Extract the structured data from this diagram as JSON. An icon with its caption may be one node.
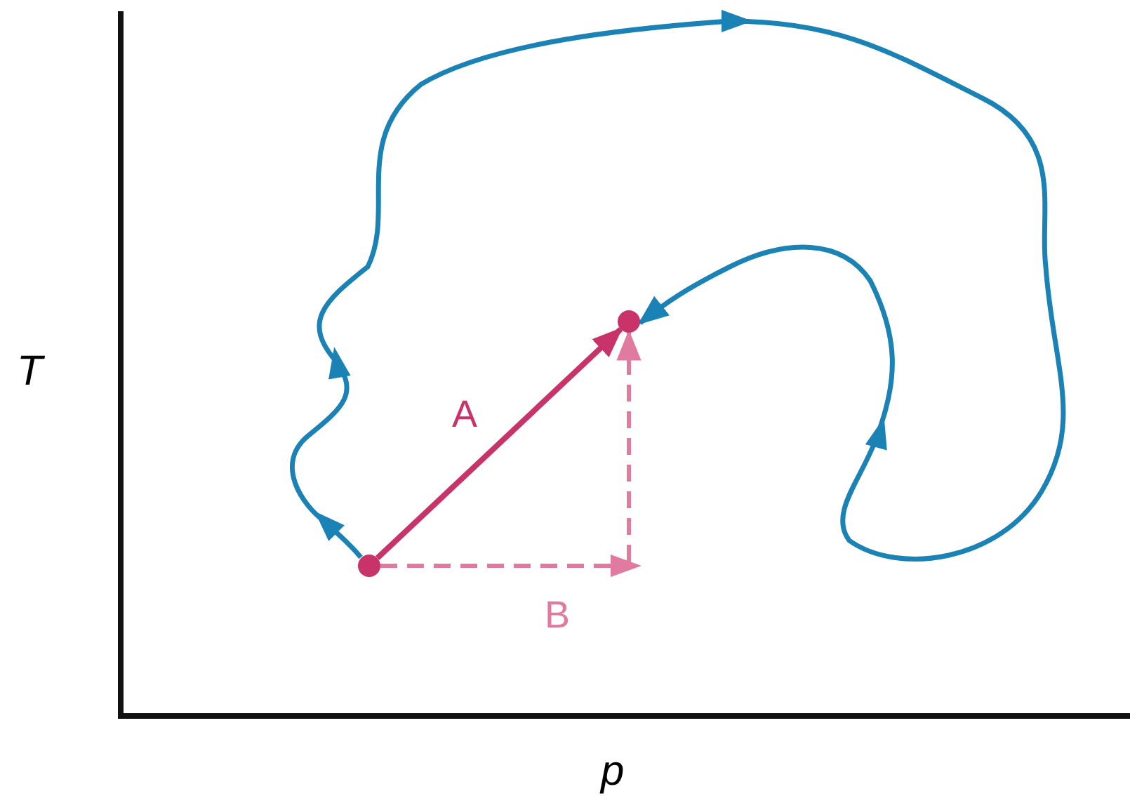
{
  "diagram": {
    "nodes": [
      {
        "text": [],
        "shape": "circle"
      },
      {
        "text": [],
        "shape": "circle"
      }
    ],
    "edges": [
      {
        "from": 0,
        "to": 1,
        "arrow": "to",
        "label": "A",
        "color": "#c8336a"
      },
      {
        "from": 0,
        "to": 1,
        "arrow": "to",
        "label": "B",
        "style": "dashed",
        "color": "#e07a9e"
      },
      {
        "from": 0,
        "to": 1,
        "arrow": "to",
        "color": "#1a82b4"
      }
    ],
    "labels": [
      "T",
      "p"
    ]
  }
}
